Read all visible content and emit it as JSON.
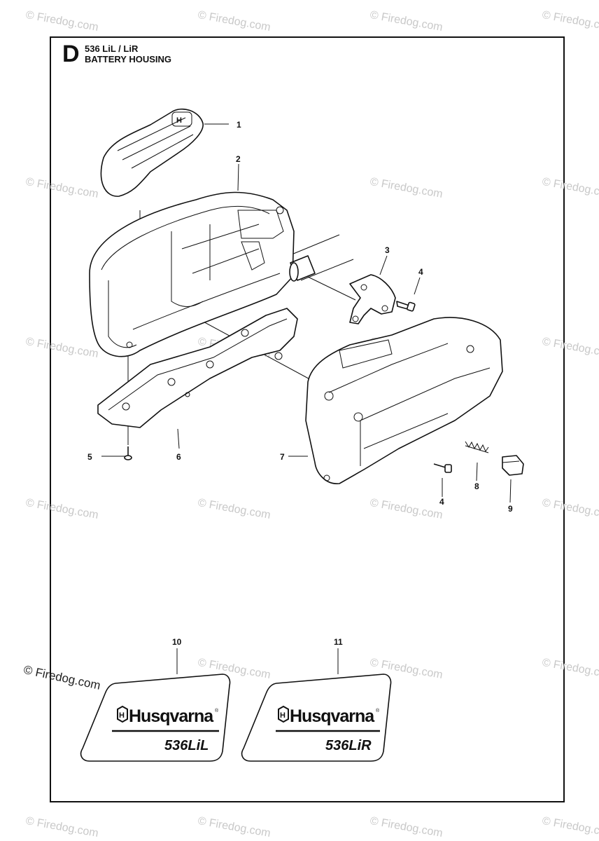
{
  "header": {
    "section_letter": "D",
    "model": "536 LiL / LiR",
    "title": "BATTERY HOUSING"
  },
  "callouts": [
    {
      "label": "1",
      "name": "callout-1"
    },
    {
      "label": "2",
      "name": "callout-2"
    },
    {
      "label": "3",
      "name": "callout-3"
    },
    {
      "label": "4",
      "name": "callout-4a"
    },
    {
      "label": "5",
      "name": "callout-5"
    },
    {
      "label": "6",
      "name": "callout-6"
    },
    {
      "label": "7",
      "name": "callout-7"
    },
    {
      "label": "4",
      "name": "callout-4b"
    },
    {
      "label": "8",
      "name": "callout-8"
    },
    {
      "label": "9",
      "name": "callout-9"
    },
    {
      "label": "10",
      "name": "callout-10"
    },
    {
      "label": "11",
      "name": "callout-11"
    }
  ],
  "decals": [
    {
      "brand": "Husqvarna",
      "reg": "®",
      "model": "536LiL"
    },
    {
      "brand": "Husqvarna",
      "reg": "®",
      "model": "536LiR"
    }
  ],
  "watermark": {
    "text": "© Firedog.com"
  }
}
